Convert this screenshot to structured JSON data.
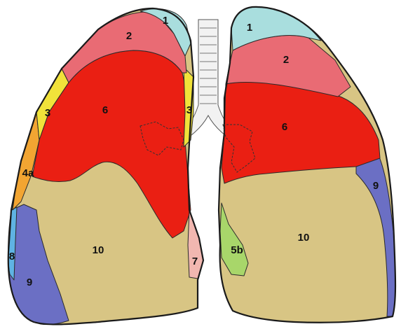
{
  "colors": {
    "apical": "#a9dede",
    "posterior": "#e96b74",
    "anterior": "#f1e23a",
    "lateral_4a": "#f2a532",
    "medial_5b": "#a8d66a",
    "superior_6": "#ea1f13",
    "medial_basal_7": "#f1b7b0",
    "anterior_basal_8": "#5fb3e3",
    "lateral_basal_9": "#6b6fc4",
    "posterior_basal_10": "#d8c584",
    "trachea": "#f2f2f2"
  },
  "segment_labels": {
    "right_1": "1",
    "right_2": "2",
    "right_3": "3",
    "right_4a": "4a",
    "right_6": "6",
    "right_3_medial": "3",
    "right_7": "7",
    "right_8": "8",
    "right_9": "9",
    "right_10": "10",
    "left_1": "1",
    "left_2": "2",
    "left_6": "6",
    "left_9": "9",
    "left_5b": "5b",
    "left_10": "10"
  }
}
